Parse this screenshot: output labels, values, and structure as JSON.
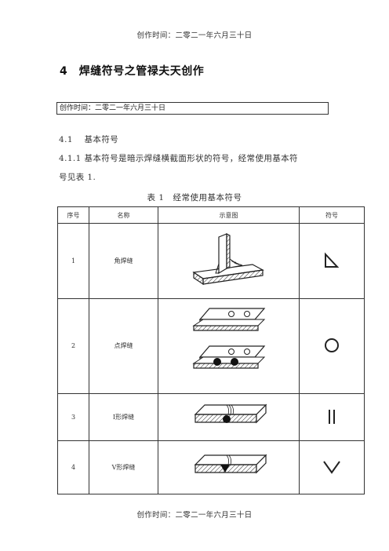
{
  "header_text": "创作时间：二零二一年六月三十日",
  "footer_text": "创作时间：二零二一年六月三十日",
  "title": "4　焊缝符号之管禄夫天创作",
  "box_text": "创作时间：二零二一年六月三十日",
  "section": "4.1　 基本符号",
  "para_line1": "4.1.1 基本符号是暗示焊缝横截面形状的符号，经常使用基本符",
  "para_line2": "号见表 1.",
  "table_caption": "表 1　经常使用基本符号",
  "table": {
    "headers": [
      "序号",
      "名称",
      "示意图",
      "符号"
    ],
    "rows": [
      {
        "no": "1",
        "name": "角焊缝",
        "symbol": "fillet-symbol"
      },
      {
        "no": "2",
        "name": "点焊缝",
        "symbol": "spot-symbol"
      },
      {
        "no": "3",
        "name": "Ⅰ形焊缝",
        "symbol": "i-groove-symbol"
      },
      {
        "no": "4",
        "name": "V形焊缝",
        "symbol": "v-groove-symbol"
      }
    ]
  }
}
